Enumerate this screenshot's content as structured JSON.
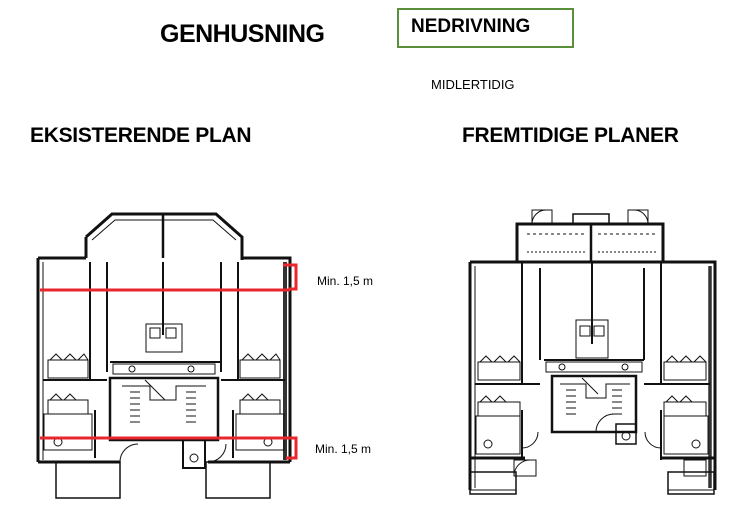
{
  "heading": "GENHUSNING",
  "tag": "NEDRIVNING",
  "subtitle": "MIDLERTIDIG",
  "colors": {
    "tag_border": "#5a8f3c",
    "marker": "#e8262b",
    "wall": "#111111"
  },
  "left_plan": {
    "title": "EKSISTERENDE PLAN",
    "annotations": [
      "Min. 1,5 m",
      "Min. 1,5 m"
    ]
  },
  "right_plan": {
    "title": "FREMTIDIGE PLANER"
  }
}
